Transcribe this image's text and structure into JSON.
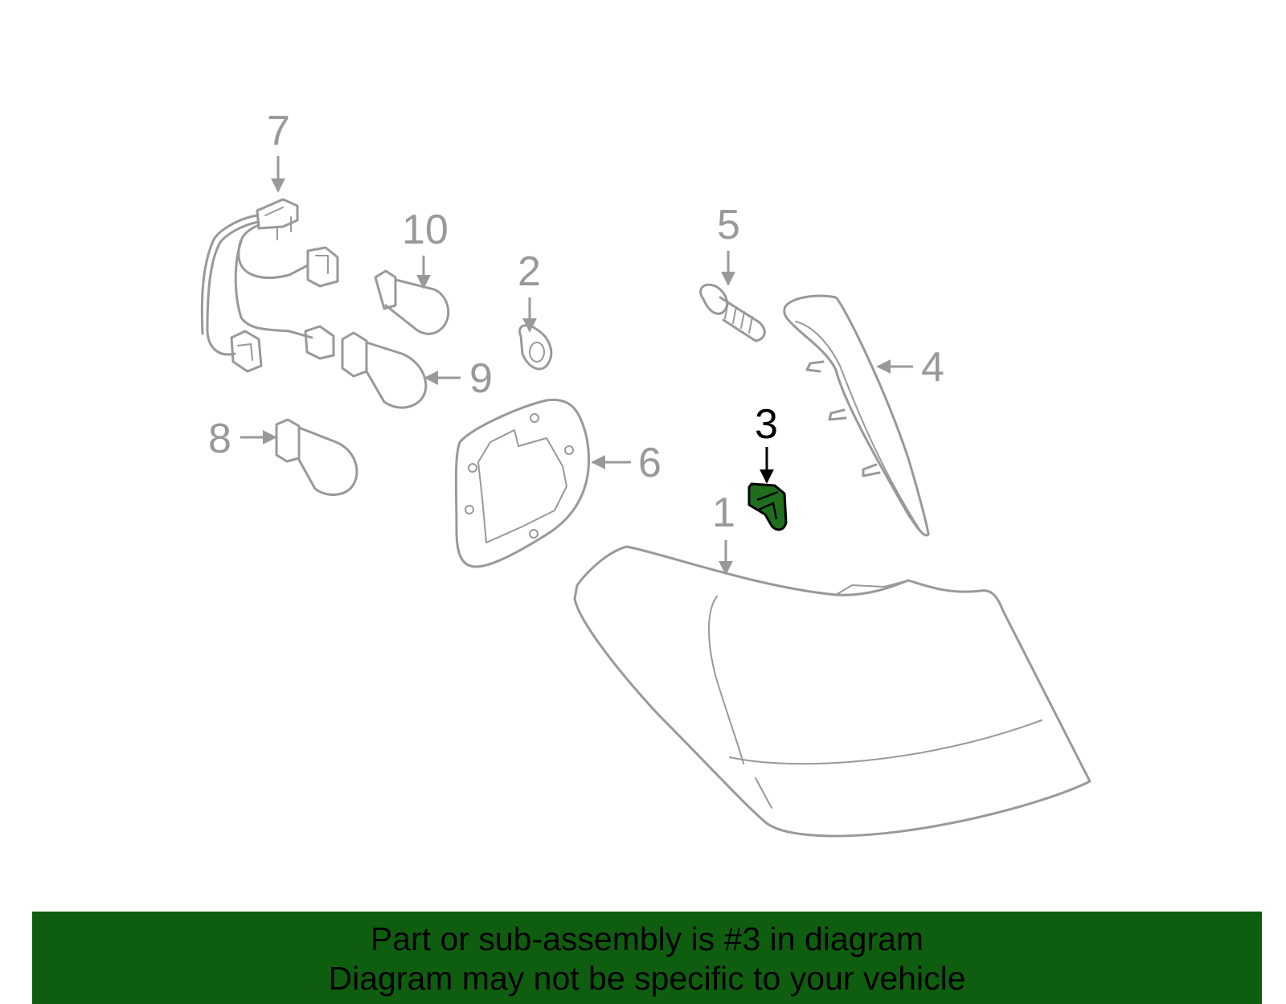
{
  "diagram": {
    "callouts": {
      "c1": "1",
      "c2": "2",
      "c3": "3",
      "c4": "4",
      "c5": "5",
      "c6": "6",
      "c7": "7",
      "c8": "8",
      "c9": "9",
      "c10": "10"
    },
    "highlighted_part": "3",
    "colors": {
      "part_stroke": "#999999",
      "highlight_fill": "#1e6e1e",
      "banner_bg": "#0f5e0f"
    }
  },
  "banner": {
    "line1": "Part or sub-assembly is #3 in diagram",
    "line2": "Diagram may not be specific to your vehicle"
  }
}
